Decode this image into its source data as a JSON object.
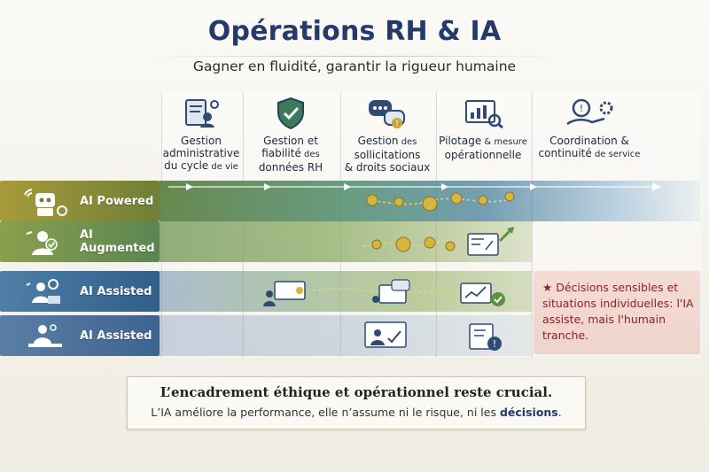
{
  "header": {
    "title": "Opérations RH & IA",
    "subtitle": "Gagner en fluidité, garantir la rigueur humaine"
  },
  "columns": [
    {
      "line1": "Gestion",
      "line2": "administrative",
      "line3_main": "du cycle",
      "line3_small": " de vie",
      "icon": "document-person-icon"
    },
    {
      "line1": "Gestion et",
      "line2": "fiabilité",
      "line2_small": " des",
      "line3_main": "données RH",
      "icon": "shield-check-icon"
    },
    {
      "line1": "Gestion",
      "line1_small": " des",
      "line2": "sollicitations",
      "line3_main": "& droits sociaux",
      "icon": "chat-bubbles-icon"
    },
    {
      "line1": "Pilotage",
      "line1_small": " & mesure",
      "line2": "opérationnelle",
      "icon": "dashboard-chart-icon"
    },
    {
      "line1": "Coordination &",
      "line2": "continuité",
      "line2_small": " de service",
      "icon": "hand-gear-icon"
    }
  ],
  "rows": [
    {
      "label": "AI Powered",
      "color_from": "#a89a3c",
      "color_to": "#6f7f36",
      "icon": "robot-icon"
    },
    {
      "label": "AI Augmented",
      "color_from": "#7e9a48",
      "color_to": "#4f7a52",
      "icon": "person-check-icon"
    },
    {
      "label": "AI Assisted",
      "color_from": "#3f6f95",
      "color_to": "#2f5f8a",
      "icon": "people-laptop-icon"
    },
    {
      "label": "AI Assisted",
      "color_from": "#4a6e98",
      "color_to": "#3d6390",
      "icon": "person-desk-icon"
    }
  ],
  "note": {
    "marker": "★",
    "text": "Décisions sensibles et situations individuelles: l'IA assiste, mais l'humain tranche."
  },
  "footer": {
    "line1": "L’encadrement éthique et opérationnel reste crucial.",
    "line2_prefix": "L’IA améliore la performance, elle n’assume ni le risque, ni les ",
    "line2_emph": "décisions",
    "line2_suffix": "."
  },
  "colors": {
    "title": "#233a6b",
    "note_text": "#8b2323",
    "gear": "#c7a734"
  }
}
